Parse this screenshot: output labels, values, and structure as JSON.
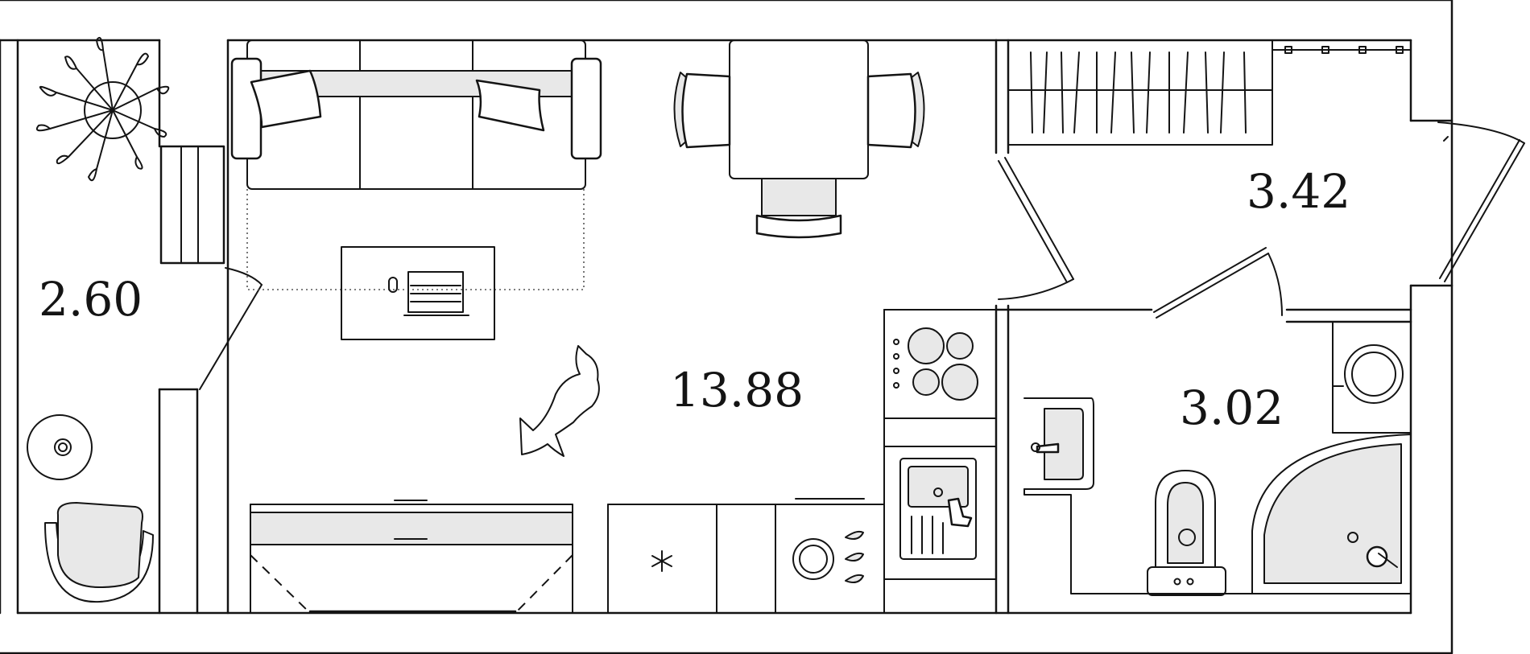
{
  "plan": {
    "rooms": [
      {
        "id": "balcony",
        "area": "2.60"
      },
      {
        "id": "living-room",
        "area": "13.88"
      },
      {
        "id": "hallway",
        "area": "3.42"
      },
      {
        "id": "bathroom",
        "area": "3.02"
      }
    ]
  }
}
